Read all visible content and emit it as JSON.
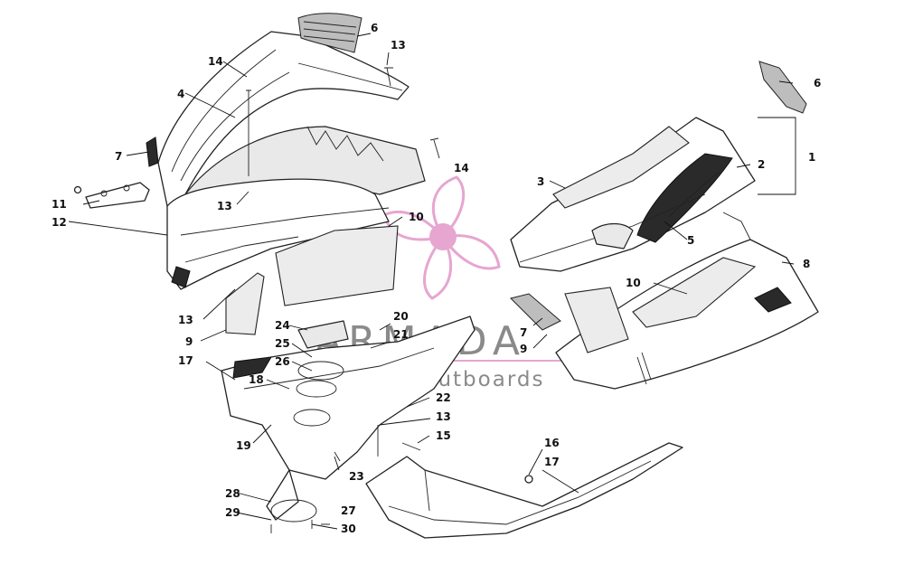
{
  "watermark": {
    "brand": "ARMADA",
    "tagline": "marine outboards",
    "logo_icon": "propeller-logo-icon",
    "logo_color": "#e6a6d0",
    "text_color": "#8a8a8a"
  },
  "callouts": {
    "c1": "1",
    "c2": "2",
    "c3": "3",
    "c4": "4",
    "c5": "5",
    "c6a": "6",
    "c6b": "6",
    "c7a": "7",
    "c7b": "7",
    "c8": "8",
    "c9a": "9",
    "c9b": "9",
    "c10a": "10",
    "c10b": "10",
    "c11": "11",
    "c12": "12",
    "c13a": "13",
    "c13b": "13",
    "c13c": "13",
    "c13d": "13",
    "c14a": "14",
    "c14b": "14",
    "c15": "15",
    "c16": "16",
    "c17a": "17",
    "c17b": "17",
    "c18": "18",
    "c19": "19",
    "c20": "20",
    "c21": "21",
    "c22": "22",
    "c23": "23",
    "c24": "24",
    "c25": "25",
    "c26": "26",
    "c27": "27",
    "c28": "28",
    "c29": "29",
    "c30": "30"
  }
}
